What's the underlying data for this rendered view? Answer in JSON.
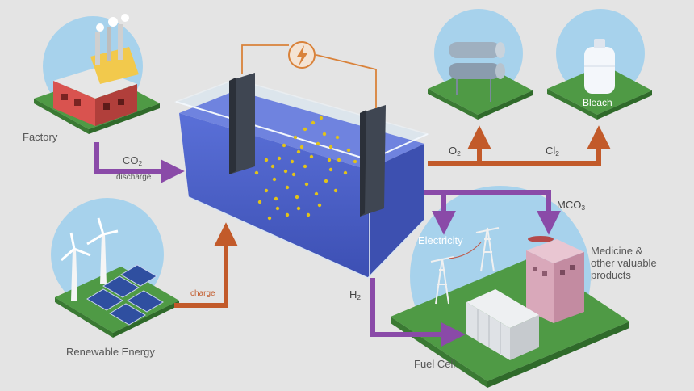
{
  "labels": {
    "factory": "Factory",
    "renewable_energy": "Renewable Energy",
    "co2_base": "CO",
    "co2_sub": "2",
    "discharge": "discharge",
    "charge": "charge",
    "h2_base": "H",
    "h2_sub": "2",
    "o2_base": "O",
    "o2_sub": "2",
    "cl2_base": "Cl",
    "cl2_sub": "2",
    "mco3_base": "MCO",
    "mco3_sub": "3",
    "electricity": "Electricity",
    "medicine": "Medicine &\nother valuable\nproducts",
    "bleach": "Bleach",
    "fuel_cell": "Fuel Cell"
  },
  "icons": {
    "battery_symbol": "lightning-bolt",
    "factory": "factory-building",
    "wind": "wind-turbine",
    "solar": "solar-panel",
    "oxygen": "gas-tanks",
    "bleach": "bleach-jug",
    "pylon": "power-pylon",
    "hospital": "hospital-building",
    "fuel_cell": "fuel-cell-container"
  },
  "colors": {
    "background": "#e4e4e4",
    "discharge_arrow": "#8a4aa8",
    "charge_arrow": "#c25a2a",
    "product_arrow_purple": "#8a4aa8",
    "product_arrow_orange": "#c25a2a",
    "water": "#4c61c9",
    "tile_green": "#4f9a45",
    "circle_sky": "#a7d2ec"
  }
}
